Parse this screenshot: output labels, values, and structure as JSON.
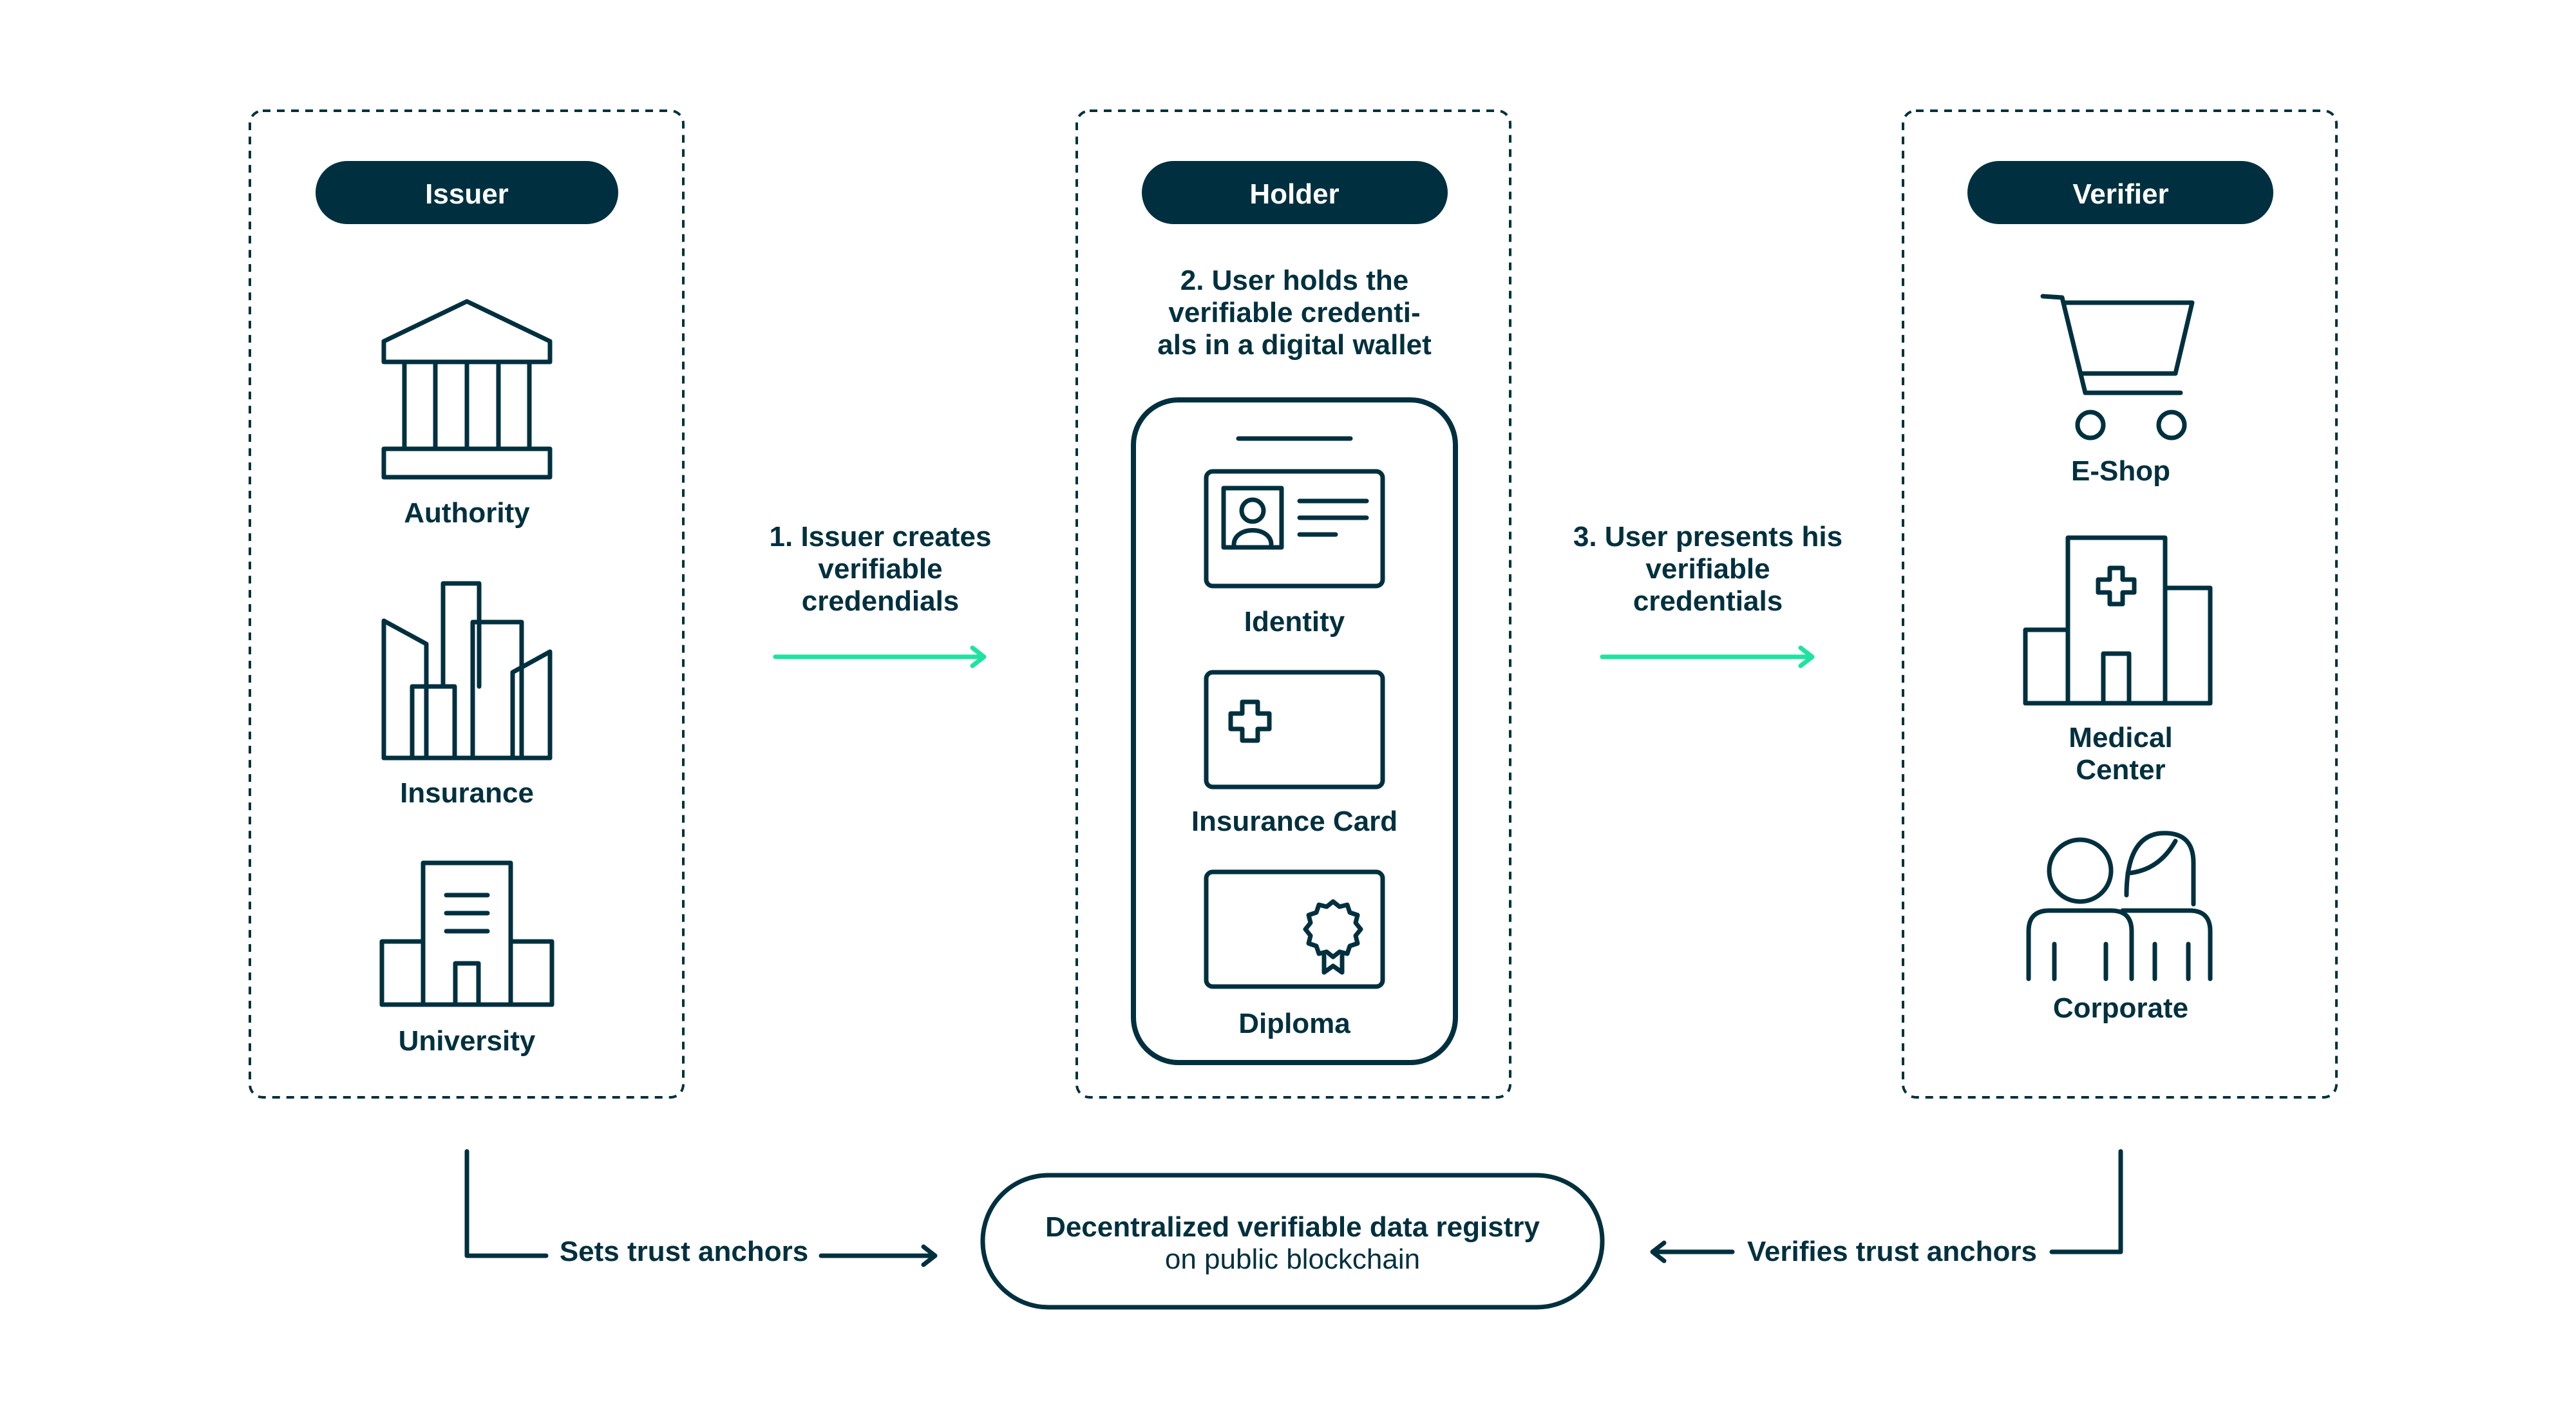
{
  "issuer": {
    "title": "Issuer",
    "entities": [
      {
        "label": "Authority",
        "icon": "bank-building-icon"
      },
      {
        "label": "Insurance",
        "icon": "city-buildings-icon"
      },
      {
        "label": "University",
        "icon": "university-building-icon"
      }
    ]
  },
  "holder": {
    "title": "Holder",
    "step_lines": [
      "2. User holds the",
      "verifiable credenti-",
      "als in a digital wallet"
    ],
    "credentials": [
      {
        "label": "Identity",
        "icon": "id-card-icon"
      },
      {
        "label": "Insurance Card",
        "icon": "medical-card-icon"
      },
      {
        "label": "Diploma",
        "icon": "diploma-certificate-icon"
      }
    ]
  },
  "verifier": {
    "title": "Verifier",
    "entities": [
      {
        "label": "E-Shop",
        "icon": "shopping-cart-icon"
      },
      {
        "label_lines": [
          "Medical",
          "Center"
        ],
        "icon": "hospital-icon"
      },
      {
        "label": "Corporate",
        "icon": "people-icon"
      }
    ]
  },
  "flows": {
    "issue_lines": [
      "1. Issuer creates",
      "verifiable",
      "credendials"
    ],
    "present_lines": [
      "3. User presents his",
      "verifiable",
      "credentials"
    ],
    "sets_trust": "Sets trust anchors",
    "verifies_trust": "Verifies trust anchors"
  },
  "registry": {
    "title": "Decentralized verifiable data registry",
    "subtitle": "on public blockchain"
  },
  "colors": {
    "dark": "#00303f",
    "accent": "#1ee3a1",
    "background": "#ffffff"
  }
}
